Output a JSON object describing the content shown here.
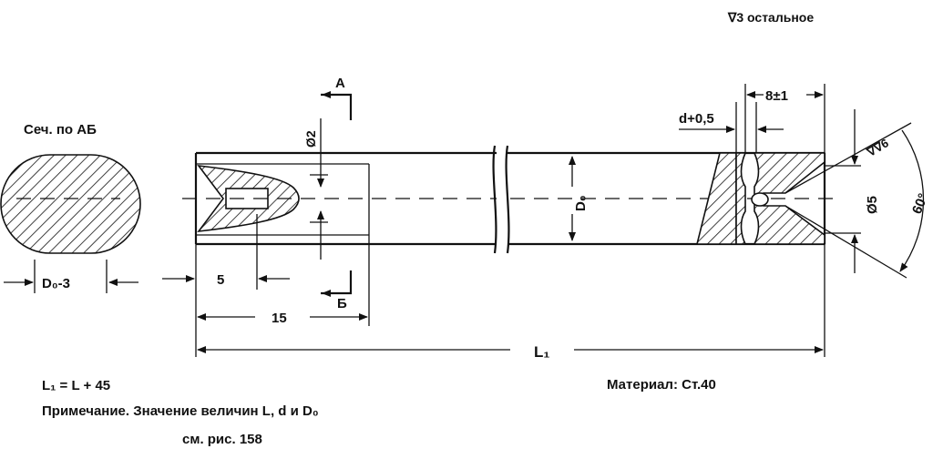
{
  "roughness_note": "∇3 остальное",
  "section": {
    "title": "Сеч. по АБ",
    "dim_width": "D₀-3"
  },
  "markers": {
    "a": "A",
    "b": "Б"
  },
  "dimensions": {
    "d_center": "Ø2",
    "d0": "D₀",
    "d5": "Ø5",
    "d_plus": "d+0,5",
    "eight": "8±1",
    "five": "5",
    "fifteen": "15",
    "l1": "L₁",
    "angle": "60°",
    "roughness": "∇∇6"
  },
  "notes": {
    "l1_formula": "L₁ = L + 45",
    "remark": "Примечание. Значение величин L, d и D₀",
    "see": "см. рис. 158",
    "material": "Материал: Ст.40"
  }
}
